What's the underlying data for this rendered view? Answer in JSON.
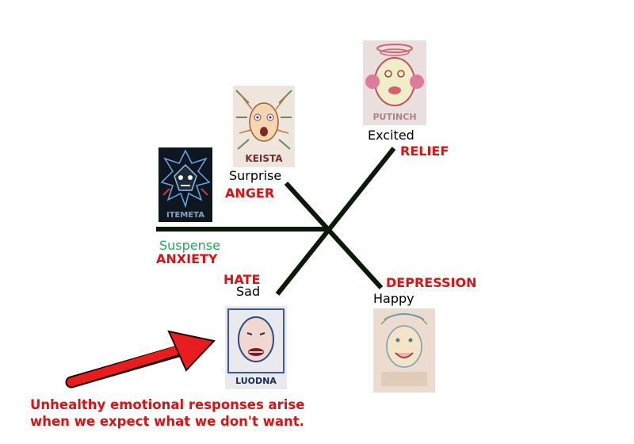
{
  "emotions": {
    "excited": "Excited",
    "relief": "RELIEF",
    "surprise": "Surprise",
    "anger": "ANGER",
    "suspense": "Suspense",
    "anxiety": "ANXIETY",
    "hate": "HATE",
    "sad": "Sad",
    "depression": "DEPRESSION",
    "happy": "Happy"
  },
  "artwork_lettering": {
    "top_right": "PUTINCH",
    "top_middle": "KEISTA",
    "left": "ITEMETA",
    "bottom_middle": "LUODNA"
  },
  "caption": {
    "line1": "Unhealthy emotional responses arise",
    "line2": "when we expect what we don't want."
  },
  "colors": {
    "label_red": "#dd1111",
    "label_green": "#22aa55",
    "axis_line": "#0a1a0a",
    "arrow": "#dd1111"
  }
}
